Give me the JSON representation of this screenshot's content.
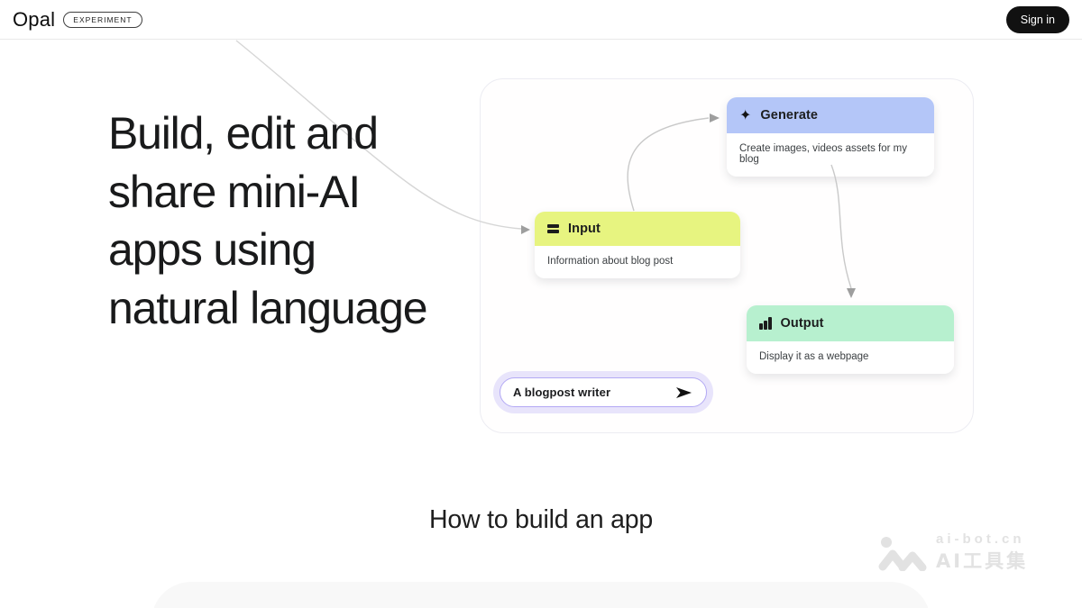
{
  "header": {
    "brand": "Opal",
    "badge": "EXPERIMENT",
    "sign_in_label": "Sign in"
  },
  "hero": {
    "title": "Build, edit and\nshare mini-AI\napps using\nnatural language"
  },
  "diagram": {
    "nodes": [
      {
        "id": "generate",
        "icon": "sparkle-icon",
        "title": "Generate",
        "description": "Create images, videos assets for my blog",
        "header_color": "#b4c6f8"
      },
      {
        "id": "input",
        "icon": "input-bars-icon",
        "title": "Input",
        "description": "Information about blog post",
        "header_color": "#e7f480"
      },
      {
        "id": "output",
        "icon": "bar-chart-icon",
        "title": "Output",
        "description": "Display it as a webpage",
        "header_color": "#b7f0cf"
      }
    ],
    "prompt": {
      "value": "A blogpost writer",
      "send_icon": "send-arrow-icon"
    },
    "connections": [
      {
        "from": "hero",
        "to": "input"
      },
      {
        "from": "input",
        "to": "generate"
      },
      {
        "from": "generate",
        "to": "output"
      }
    ]
  },
  "section": {
    "heading": "How to build an app"
  },
  "watermark": {
    "line1": "ai-bot.cn",
    "line2": "AI工具集"
  },
  "colors": {
    "generate_header": "#b4c6f8",
    "input_header": "#e7f480",
    "output_header": "#b7f0cf",
    "prompt_border": "#b3a9f4",
    "prompt_halo": "#e8e4fb",
    "sign_in_bg": "#111111",
    "connector": "#c9c9c9"
  }
}
